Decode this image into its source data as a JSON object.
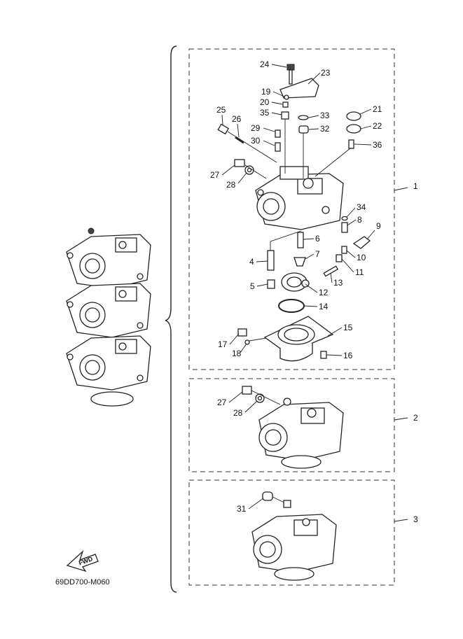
{
  "diagram_code": "69DD700-M060",
  "fwd_label": "FWD",
  "groups": [
    {
      "id": "1",
      "label": "1"
    },
    {
      "id": "2",
      "label": "2"
    },
    {
      "id": "3",
      "label": "3"
    }
  ],
  "callouts": [
    "24",
    "23",
    "19",
    "20",
    "35",
    "33",
    "21",
    "22",
    "25",
    "26",
    "29",
    "32",
    "30",
    "36",
    "27",
    "28",
    "34",
    "8",
    "9",
    "6",
    "10",
    "7",
    "4",
    "11",
    "13",
    "5",
    "12",
    "14",
    "15",
    "17",
    "18",
    "16",
    "27",
    "28",
    "31"
  ],
  "colors": {
    "ink": "#222222",
    "background": "#ffffff"
  }
}
